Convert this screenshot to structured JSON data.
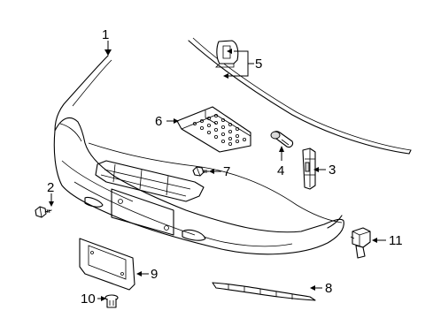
{
  "diagram": {
    "callouts": [
      {
        "id": "c1",
        "label": "1",
        "part": "bumper-cover"
      },
      {
        "id": "c2",
        "label": "2",
        "part": "bolt"
      },
      {
        "id": "c3",
        "label": "3",
        "part": "bracket"
      },
      {
        "id": "c4",
        "label": "4",
        "part": "clip"
      },
      {
        "id": "c5",
        "label": "5",
        "part": "upper-retainer"
      },
      {
        "id": "c6",
        "label": "6",
        "part": "step-pad"
      },
      {
        "id": "c7",
        "label": "7",
        "part": "screw"
      },
      {
        "id": "c8",
        "label": "8",
        "part": "lower-molding"
      },
      {
        "id": "c9",
        "label": "9",
        "part": "license-bracket"
      },
      {
        "id": "c10",
        "label": "10",
        "part": "push-pin"
      },
      {
        "id": "c11",
        "label": "11",
        "part": "sensor"
      }
    ]
  }
}
